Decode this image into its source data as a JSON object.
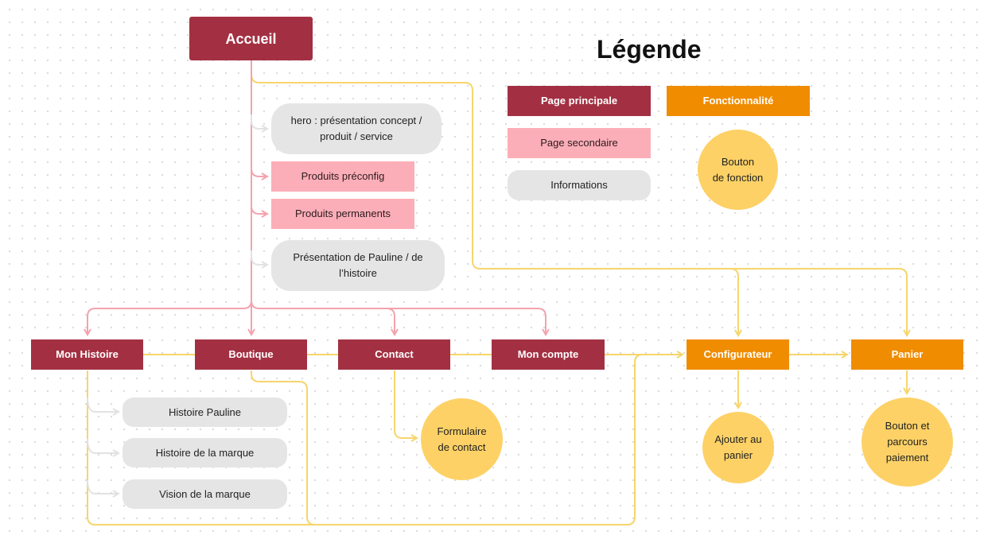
{
  "colors": {
    "main_page": "#a33042",
    "secondary_page": "#fcaeb8",
    "information": "#e5e5e5",
    "feature": "#f08c00",
    "function_button": "#fdd166",
    "pink_arrow": "#f4a3ae",
    "yellow_line": "#f6d56c",
    "grey_arrow": "#e2e2e2"
  },
  "legend": {
    "title": "Légende",
    "main_page": "Page principale",
    "feature": "Fonctionnalité",
    "secondary_page": "Page secondaire",
    "information": "Informations",
    "function_button": "Bouton\nde fonction"
  },
  "home": {
    "title": "Accueil",
    "items": [
      "hero : présentation concept / produit / service",
      "Produits préconfig",
      "Produits permanents",
      "Présentation de Pauline / de l’histoire"
    ]
  },
  "nav": {
    "histoire": "Mon Histoire",
    "boutique": "Boutique",
    "contact": "Contact",
    "compte": "Mon compte",
    "configurateur": "Configurateur",
    "panier": "Panier"
  },
  "histoire_items": [
    "Histoire Pauline",
    "Histoire de la marque",
    "Vision de la marque"
  ],
  "contact_form": "Formulaire\nde contact",
  "add_to_cart": "Ajouter au\npanier",
  "checkout": "Bouton et\nparcours\npaiement"
}
